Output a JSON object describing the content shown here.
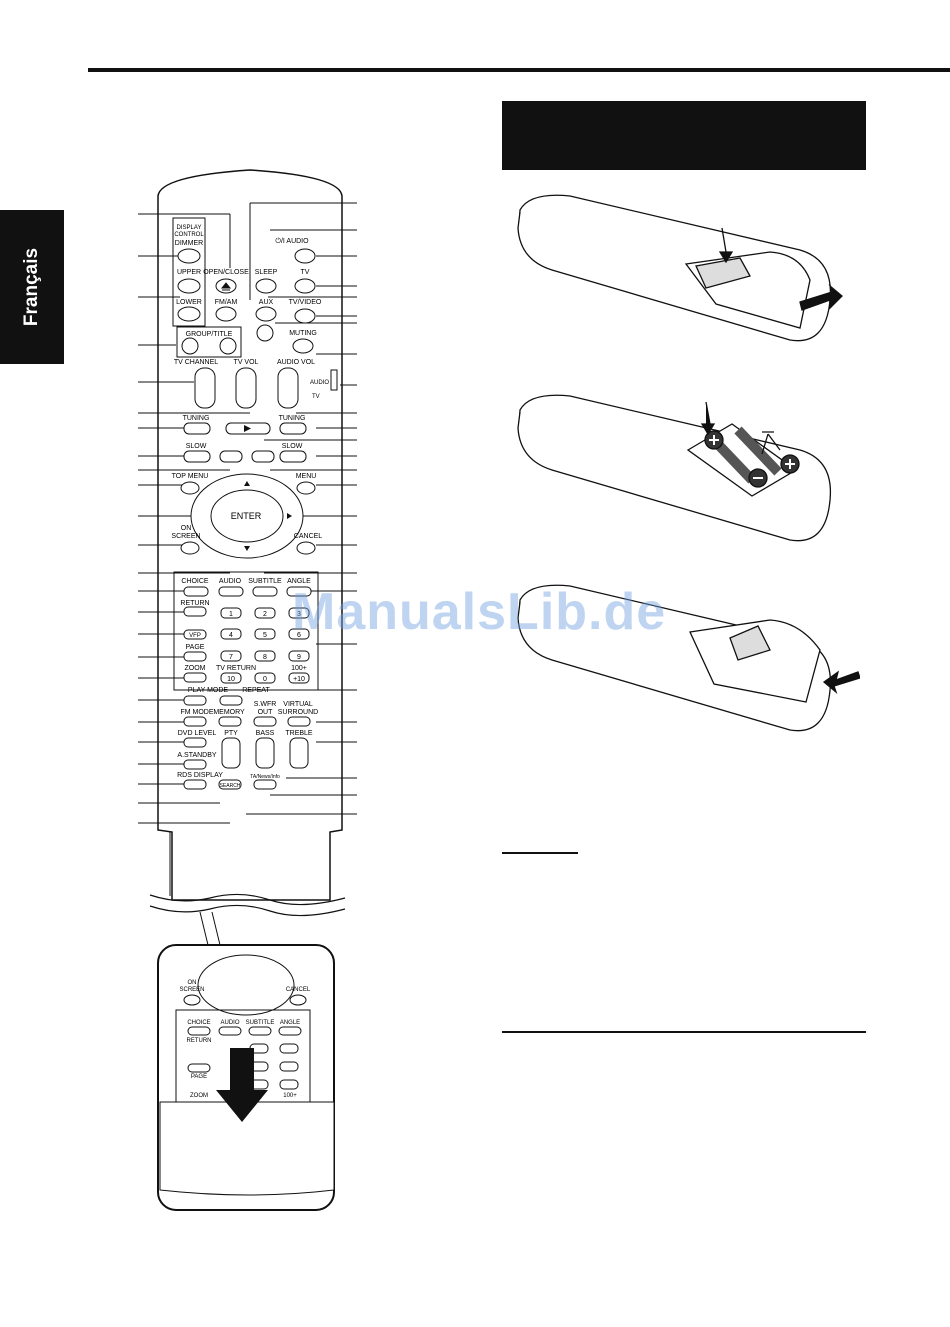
{
  "page": {
    "language_tab": "Français",
    "watermark": "ManualsLib.de"
  },
  "remote": {
    "display_control": [
      "DISPLAY",
      "CONTROL"
    ],
    "buttons": {
      "dimmer": "DIMMER",
      "upper": "UPPER",
      "lower": "LOWER",
      "open_close": "OPEN/CLOSE",
      "fm_am": "FM/AM",
      "power_audio": "⏻/I AUDIO",
      "sleep": "SLEEP",
      "tv": "TV",
      "aux": "AUX",
      "tv_video": "TV/VIDEO",
      "muting": "MUTING",
      "group_title": "GROUP/TITLE",
      "tv_channel": "TV CHANNEL",
      "tv_vol": "TV VOL",
      "audio_vol": "AUDIO VOL",
      "switch_audio": "AUDIO",
      "switch_tv": "TV",
      "tuning_left": "TUNING",
      "tuning_right": "TUNING",
      "slow_left": "SLOW",
      "slow_right": "SLOW",
      "top_menu": "TOP MENU",
      "menu": "MENU",
      "enter": "ENTER",
      "on_screen": [
        "ON",
        "SCREEN"
      ],
      "cancel": "CANCEL",
      "choice": "CHOICE",
      "audio": "AUDIO",
      "subtitle": "SUBTITLE",
      "angle": "ANGLE",
      "return": "RETURN",
      "vfp": "VFP",
      "page": "PAGE",
      "zoom": "ZOOM",
      "tv_return": "TV RETURN",
      "hundred_plus": "100+",
      "plus_ten": "+10",
      "ten": "10",
      "digits": [
        "1",
        "2",
        "3",
        "4",
        "5",
        "6",
        "7",
        "8",
        "9",
        "0"
      ],
      "play_mode": "PLAY MODE",
      "repeat": "REPEAT",
      "fm_mode": "FM MODE",
      "memory": "MEMORY",
      "s_wfr_out": [
        "S.WFR",
        "OUT"
      ],
      "virtual_surround": [
        "VIRTUAL",
        "SURROUND"
      ],
      "dvd_level": "DVD LEVEL",
      "pty": "PTY",
      "bass": "BASS",
      "treble": "TREBLE",
      "a_standby": "A.STANDBY",
      "rds_display": "RDS DISPLAY",
      "search": "SEARCH",
      "news_info": "TA/News/Info"
    }
  },
  "colors": {
    "ink": "#111111",
    "watermark": "#6ea0e1",
    "remote_body": "#ffffff",
    "battery_fill": "#333333"
  },
  "icons": {
    "battery_plus": "plus-circle-icon",
    "battery_minus": "minus-circle-icon",
    "push_arrow": "arrow-icon",
    "eject": "eject-icon",
    "play": "play-icon",
    "stop": "stop-icon",
    "pause": "pause-icon",
    "prev": "previous-icon",
    "next": "next-icon",
    "rewind": "rewind-icon",
    "fast_forward": "fast-forward-icon"
  }
}
